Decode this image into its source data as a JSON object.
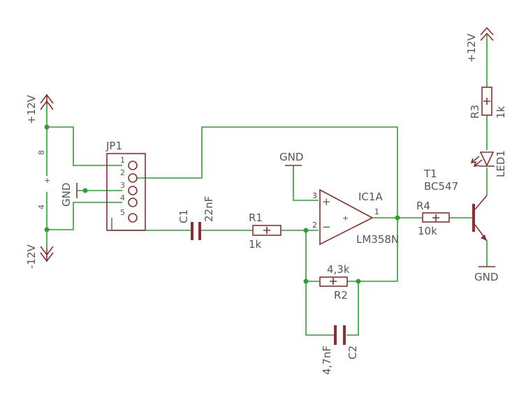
{
  "supplies": {
    "left_pos": "+12V",
    "left_neg": "-12V",
    "left_gnd": "GND",
    "right_pos": "+12V",
    "ic_gnd": "GND",
    "t1_gnd": "GND"
  },
  "pins": {
    "left_8": "8",
    "left_4": "4",
    "left_plus": "+",
    "op_3": "3",
    "op_2": "2",
    "op_1": "1",
    "op_plus": "+",
    "op_minus": "−",
    "op_center": "+"
  },
  "jp1": {
    "name": "JP1",
    "pins": [
      "1",
      "2",
      "3",
      "4",
      "5"
    ]
  },
  "components": {
    "c1": {
      "name": "C1",
      "value": "22nF"
    },
    "r1": {
      "name": "R1",
      "value": "1k"
    },
    "r2": {
      "name": "R2",
      "value": "4,3k"
    },
    "c2": {
      "name": "C2",
      "value": "4,7nF"
    },
    "ic1": {
      "name": "IC1A",
      "value": "LM358N"
    },
    "r4": {
      "name": "R4",
      "value": "10k"
    },
    "t1": {
      "name": "T1",
      "value": "BC547"
    },
    "r3": {
      "name": "R3",
      "value": "1k"
    },
    "led1": {
      "name": "LED1"
    }
  },
  "colors": {
    "wire": "#2ca02c",
    "component": "#8b2e2e",
    "label": "#555555",
    "background": "#ffffff"
  }
}
